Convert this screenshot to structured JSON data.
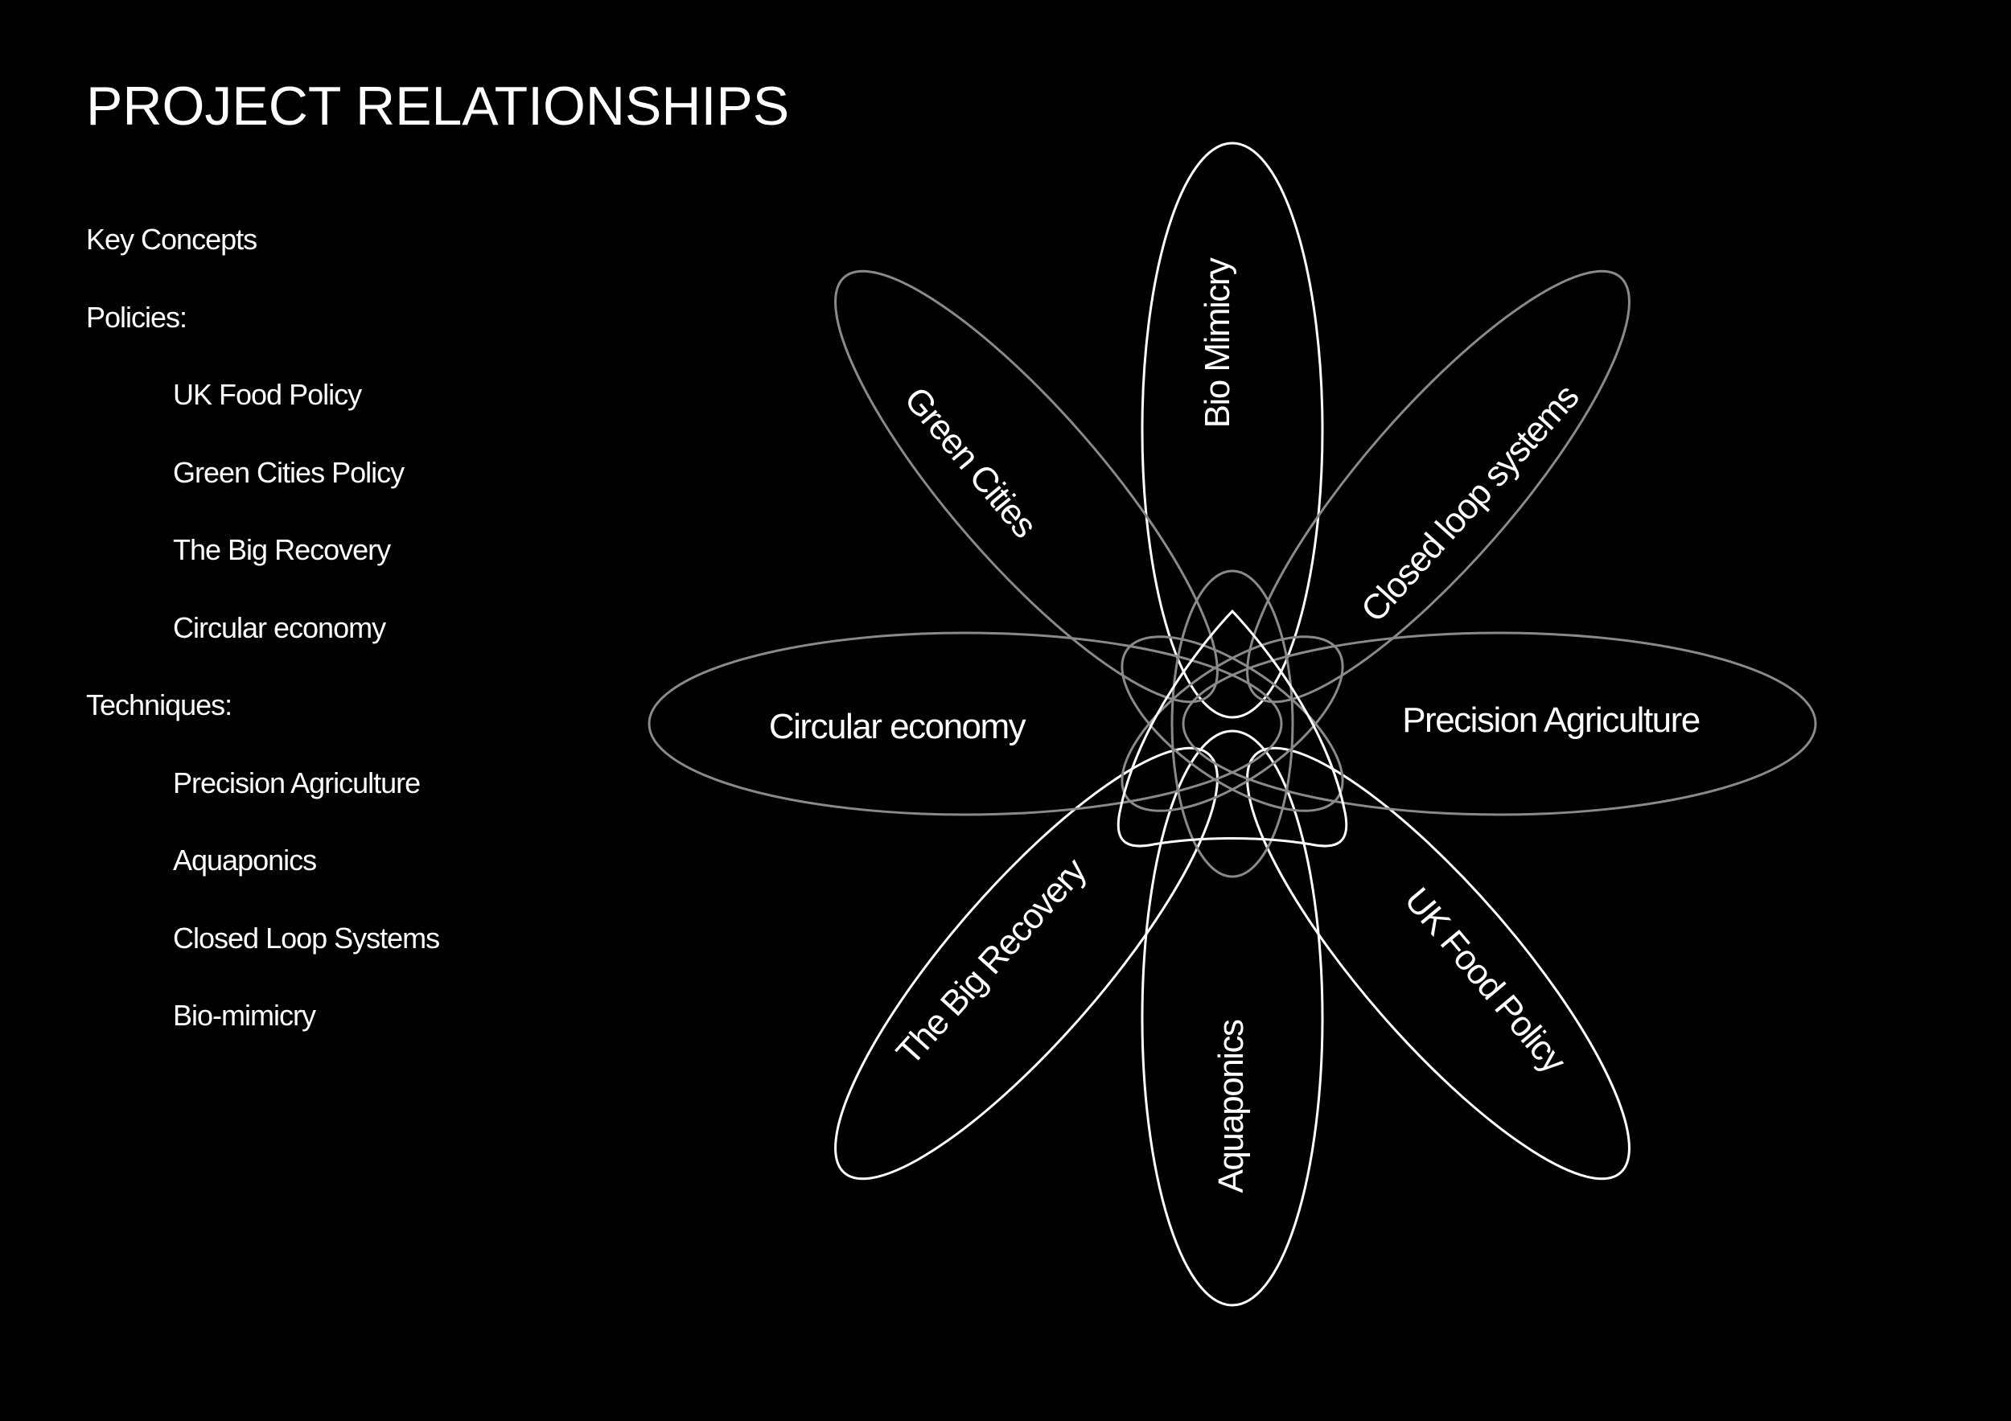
{
  "title": "PROJECT RELATIONSHIPS",
  "legend": {
    "key_concepts": "Key Concepts",
    "policies_heading": "Policies:",
    "policies": [
      "UK Food Policy",
      "Green Cities Policy",
      "The Big Recovery",
      "Circular economy"
    ],
    "techniques_heading": "Techniques:",
    "techniques": [
      "Precision Agriculture",
      "Aquaponics",
      "Closed Loop Systems",
      "Bio-mimicry"
    ]
  },
  "diagram": {
    "petals": {
      "bio_mimicry": "Bio Mimicry",
      "closed_loop": "Closed loop systems",
      "precision_agriculture": "Precision Agriculture",
      "uk_food_policy": "UK Food Policy",
      "aquaponics": "Aquaponics",
      "big_recovery": "The Big Recovery",
      "circular_economy": "Circular economy",
      "green_cities": "Green Cities"
    },
    "colors": {
      "background": "#000000",
      "bright_stroke": "#ffffff",
      "dim_stroke": "#8a8a8a",
      "text": "#ffffff"
    }
  }
}
